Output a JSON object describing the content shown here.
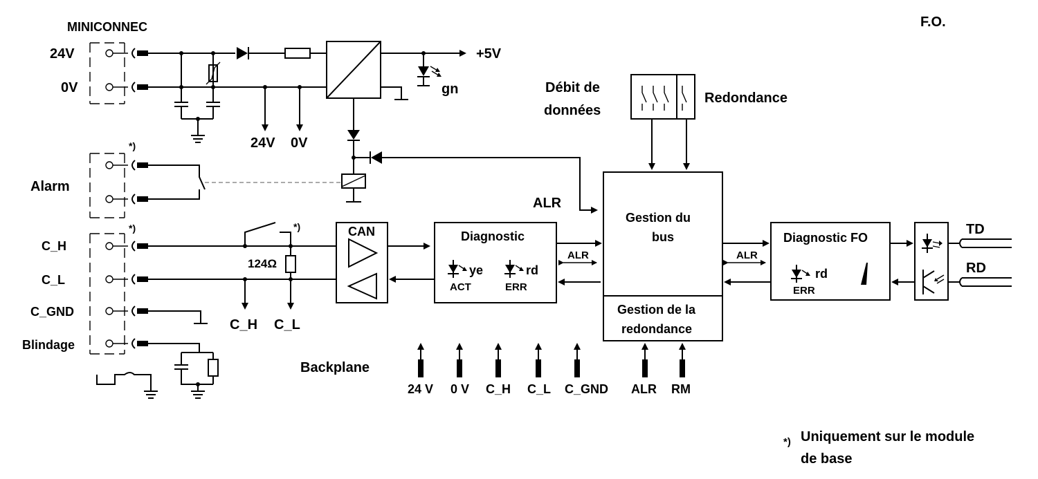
{
  "diagram": {
    "title": "F.O.",
    "miniconnec": "MINICONNEC",
    "power": {
      "v24": "24V",
      "v0": "0V",
      "out_24": "24V",
      "out_0": "0V",
      "plus5": "+5V",
      "gn": "gn"
    },
    "alarm": {
      "label": "Alarm",
      "alr": "ALR"
    },
    "can_terminals": {
      "ch": "C_H",
      "cl": "C_L",
      "cgnd": "C_GND",
      "shield": "Blindage"
    },
    "resistor": "124Ω",
    "can_outputs": {
      "ch": "C_H",
      "cl": "C_L"
    },
    "star1": "*)",
    "star2": "*)",
    "star3": "*)",
    "can_block": "CAN",
    "diagnostic": {
      "title": "Diagnostic",
      "ye": "ye",
      "act": "ACT",
      "rd": "rd",
      "err": "ERR"
    },
    "alr_small_1": "ALR",
    "alr_small_2": "ALR",
    "bus": {
      "line1": "Gestion du",
      "line2": "bus",
      "red1": "Gestion de la",
      "red2": "redondance"
    },
    "switches": {
      "data_rate_1": "Débit de",
      "data_rate_2": "données",
      "redundancy": "Redondance"
    },
    "diag_fo": {
      "title": "Diagnostic FO",
      "rd": "rd",
      "err": "ERR"
    },
    "fiber": {
      "td": "TD",
      "rd": "RD"
    },
    "backplane": {
      "label": "Backplane",
      "pins": [
        "24 V",
        "0 V",
        "C_H",
        "C_L",
        "C_GND",
        "ALR",
        "RM"
      ]
    },
    "footnote": {
      "mark": "*)",
      "line1": "Uniquement sur le module",
      "line2": "de base"
    }
  }
}
